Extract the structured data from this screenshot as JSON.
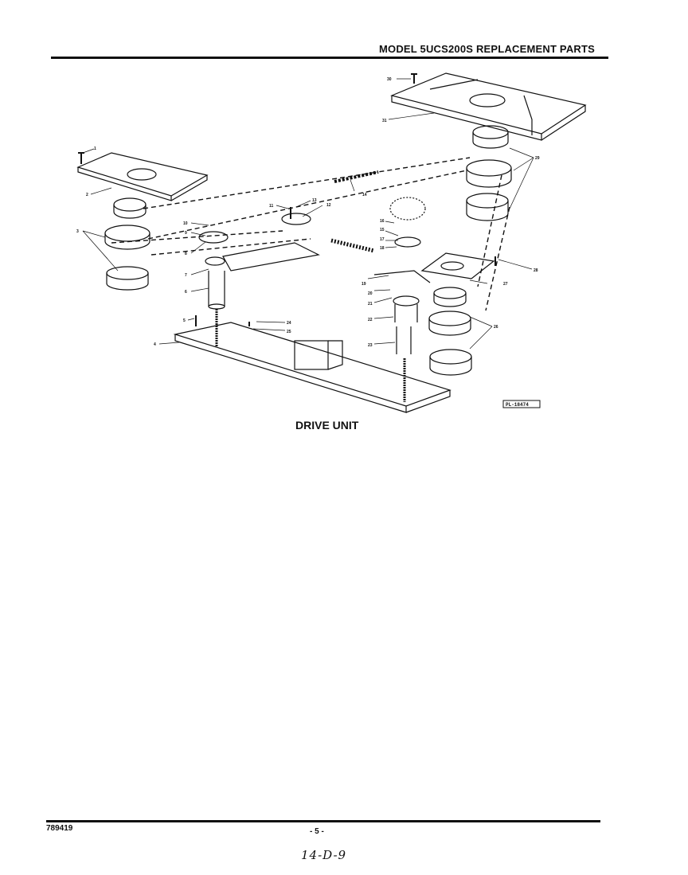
{
  "header": {
    "title": "MODEL 5UCS200S REPLACEMENT PARTS"
  },
  "figure": {
    "caption": "DRIVE UNIT",
    "plate_number": "PL-18474",
    "callouts": [
      "1",
      "2",
      "3",
      "4",
      "5",
      "6",
      "7",
      "8",
      "9",
      "10",
      "11",
      "12",
      "13",
      "14",
      "15",
      "16",
      "17",
      "18",
      "19",
      "20",
      "21",
      "22",
      "23",
      "24",
      "25",
      "26",
      "27",
      "28",
      "29",
      "30",
      "31"
    ]
  },
  "footer": {
    "code": "789419",
    "page": "- 5 -",
    "handwritten_note": "14-D-9"
  }
}
